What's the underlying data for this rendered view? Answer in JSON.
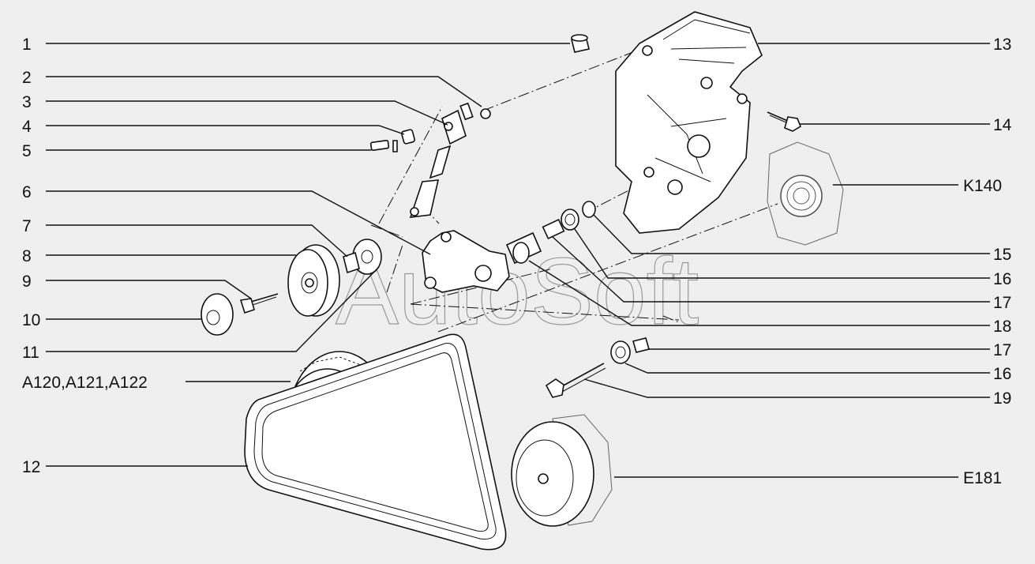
{
  "watermark": "AutoSoft",
  "labels": {
    "l1": "1",
    "l2": "2",
    "l3": "3",
    "l4": "4",
    "l5": "5",
    "l6": "6",
    "l7": "7",
    "l8": "8",
    "l9": "9",
    "l10": "10",
    "l11": "11",
    "lA": "A120,A121,A122",
    "l12": "12",
    "r13": "13",
    "r14": "14",
    "rK": "K140",
    "r15": "15",
    "r16a": "16",
    "r17a": "17",
    "r18": "18",
    "r17b": "17",
    "r16b": "16",
    "r19": "19",
    "rE": "E181"
  }
}
